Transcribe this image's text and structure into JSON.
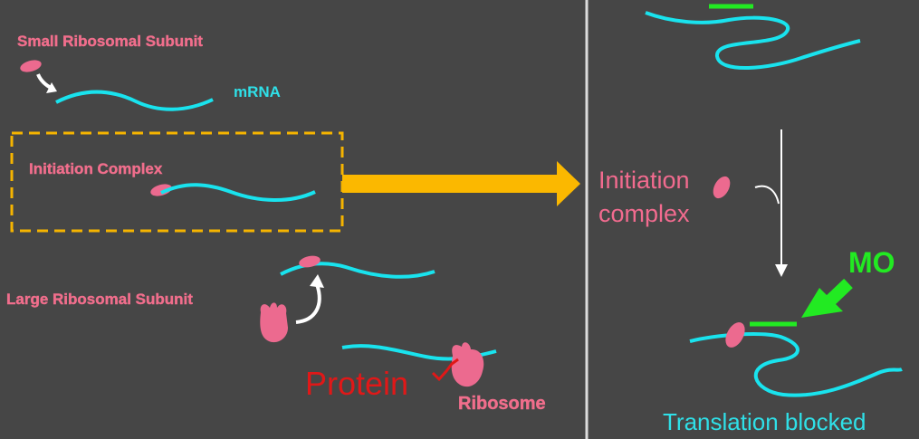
{
  "left_panel": {
    "small_subunit_label": "Small Ribosomal Subunit",
    "mrna_label": "mRNA",
    "initiation_complex_label": "Initiation Complex",
    "large_subunit_label": "Large Ribosomal Subunit",
    "protein_label": "Protein",
    "ribosome_label": "Ribosome"
  },
  "right_panel": {
    "initiation_line1": "Initiation",
    "initiation_line2": "complex",
    "mo_label": "MO",
    "translation_blocked_label": "Translation blocked"
  },
  "colors": {
    "background": "#464646",
    "mrna": "#19e3ee",
    "subunit": "#ec6a8f",
    "highlight_box": "#f5b400",
    "arrow_big": "#fbb800",
    "morpholino": "#22ea22",
    "protein": "#e01818",
    "divider": "#dcdcdc"
  }
}
